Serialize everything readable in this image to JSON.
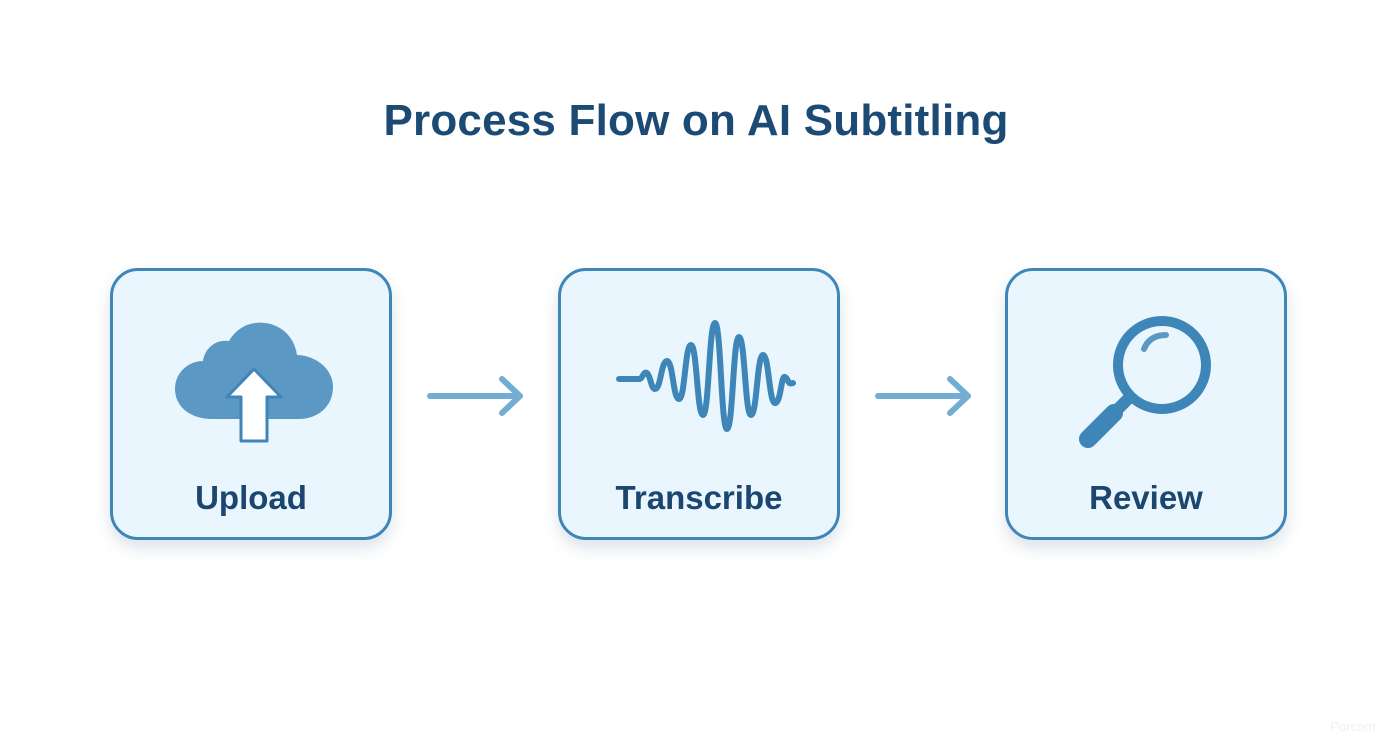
{
  "title": "Process Flow on AI Subtitling",
  "steps": [
    {
      "label": "Upload",
      "icon": "cloud-upload-icon"
    },
    {
      "label": "Transcribe",
      "icon": "sound-wave-icon"
    },
    {
      "label": "Review",
      "icon": "magnifying-glass-icon"
    }
  ],
  "colors": {
    "title": "#1b4b74",
    "card_border": "#3f86b8",
    "card_fill": "#e9f6fd",
    "icon": "#3f86b8",
    "arrow": "#74add3"
  },
  "watermark": "Porcorn"
}
